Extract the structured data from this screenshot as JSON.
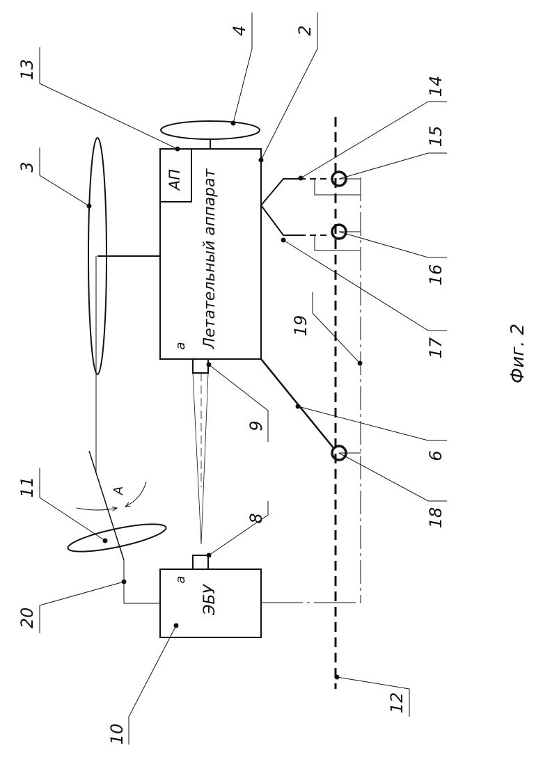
{
  "figure": {
    "caption": "Фиг. 2",
    "aircraft_label": "Летательный аппарат",
    "autopilot_label": "АП",
    "ebu_label": "ЭБУ",
    "terminal_a_aircraft": "a",
    "terminal_a_ebu": "a",
    "angle_label": "A",
    "callouts": [
      {
        "id": "n13",
        "text": "13"
      },
      {
        "id": "n4",
        "text": "4"
      },
      {
        "id": "n2",
        "text": "2"
      },
      {
        "id": "n3",
        "text": "3"
      },
      {
        "id": "n14",
        "text": "14"
      },
      {
        "id": "n15",
        "text": "15"
      },
      {
        "id": "n16",
        "text": "16"
      },
      {
        "id": "n17",
        "text": "17"
      },
      {
        "id": "n19",
        "text": "19"
      },
      {
        "id": "n6",
        "text": "6"
      },
      {
        "id": "n9",
        "text": "9"
      },
      {
        "id": "n18",
        "text": "18"
      },
      {
        "id": "n8",
        "text": "8"
      },
      {
        "id": "n11",
        "text": "11"
      },
      {
        "id": "n20",
        "text": "20"
      },
      {
        "id": "n10",
        "text": "10"
      },
      {
        "id": "n12",
        "text": "12"
      }
    ]
  }
}
